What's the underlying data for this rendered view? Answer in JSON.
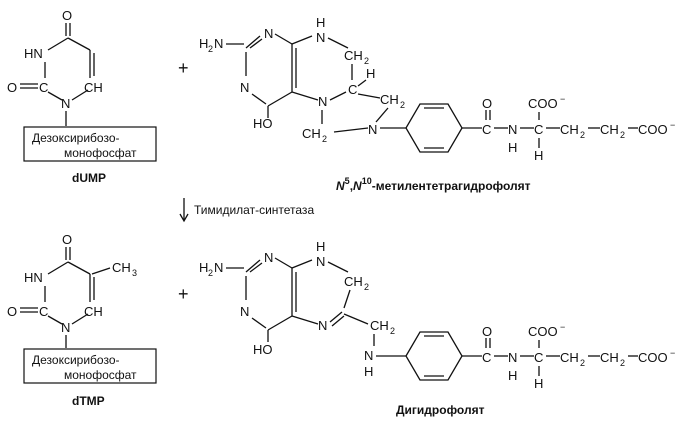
{
  "labels": {
    "O": "O",
    "HN": "HN",
    "N": "N",
    "H": "H",
    "CH": "CH",
    "CH2": "CH",
    "sub2": "2",
    "CH3": "CH",
    "sub3": "3",
    "H2N": "H",
    "H2N_2": "2",
    "H2N_N": "N",
    "HO": "HO",
    "NH": "N",
    "C": "C",
    "COO": "COO",
    "minus": "−",
    "plus": "+"
  },
  "reactant1": {
    "sugar_line1": "Дезоксирибозо-",
    "sugar_line2": "монофосфат",
    "caption": "dUMP"
  },
  "reactant2": {
    "caption_n5": "N",
    "caption_sup5": "5",
    "caption_comma": ",",
    "caption_n10": "N",
    "caption_sup10": "10",
    "caption_rest": "-метилентетрагидрофолят"
  },
  "enzyme": {
    "arrow": "↓",
    "name": "Тимидилат-синтетаза"
  },
  "product1": {
    "sugar_line1": "Дезоксирибозо-",
    "sugar_line2": "монофосфат",
    "caption": "dTMP"
  },
  "product2": {
    "caption": "Дигидрофолят"
  }
}
